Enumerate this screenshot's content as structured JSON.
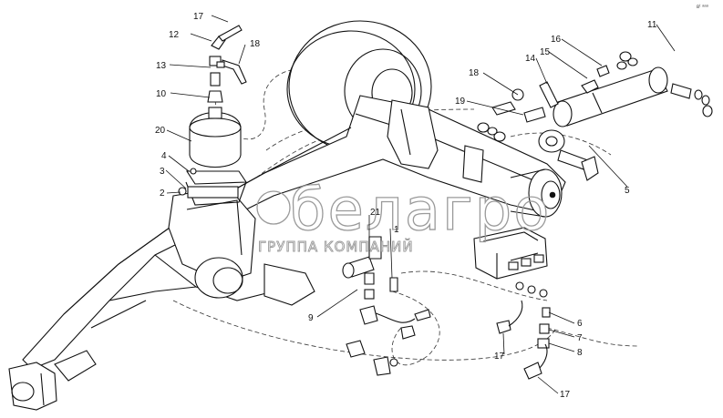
{
  "watermark": {
    "brand": "белагро",
    "subtitle": "ГРУППА КОМПАНИЙ"
  },
  "corner_code": "ʙᵗ ᵃᵃᵃ",
  "callouts": {
    "c1": "1",
    "c2": "2",
    "c3": "3",
    "c4": "4",
    "c5": "5",
    "c6": "6",
    "c7": "7",
    "c8": "8",
    "c9": "9",
    "c10": "10",
    "c11": "11",
    "c12": "12",
    "c13": "13",
    "c14": "14",
    "c15": "15",
    "c16": "16",
    "c17a": "17",
    "c17b": "17",
    "c17c": "17",
    "c18a": "18",
    "c18b": "18",
    "c19": "19",
    "c20": "20",
    "c21": "21"
  }
}
